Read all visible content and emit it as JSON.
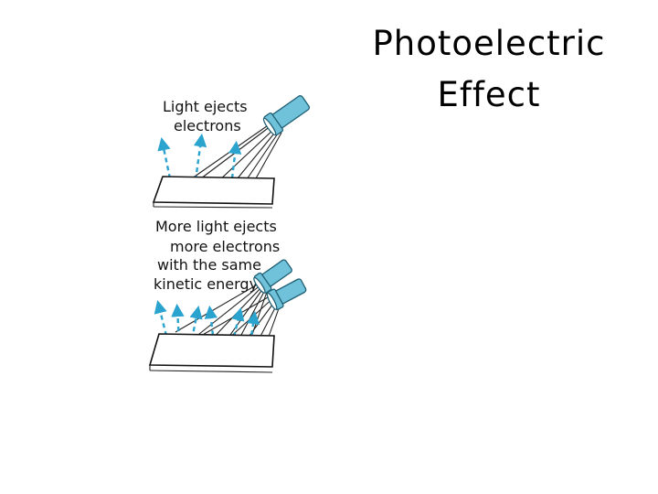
{
  "title": {
    "line1": "Photoelectric",
    "line2": "Effect"
  },
  "diagram": {
    "top_label": [
      "Light ejects",
      "electrons"
    ],
    "bottom_label": [
      "More light ejects",
      "more electrons",
      "with the same",
      "kinetic energy"
    ],
    "colors": {
      "light_source": "#6fc2d9",
      "electron_arrow": "#2aa3cf",
      "line": "#111111"
    }
  }
}
